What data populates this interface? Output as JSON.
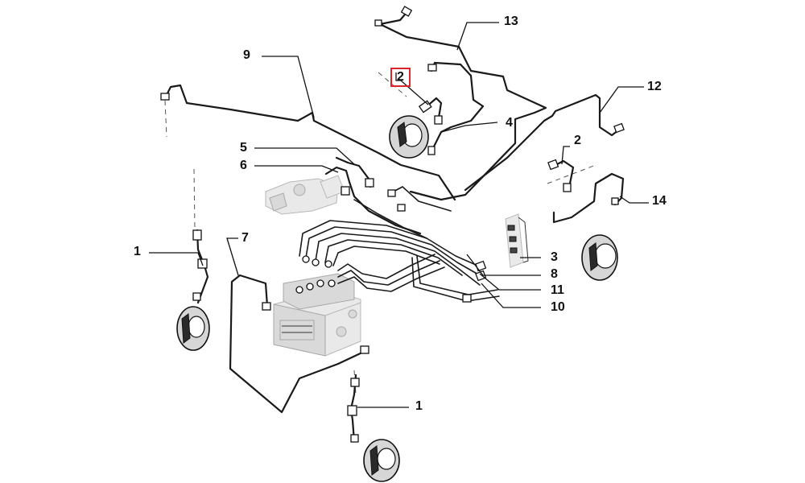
{
  "highlight_color": "#d9262e",
  "callouts": {
    "c13": "13",
    "c9": "9",
    "c2_highlighted": "2",
    "c4": "4",
    "c12": "12",
    "c5": "5",
    "c6": "6",
    "c2_right": "2",
    "c14": "14",
    "c1_left": "1",
    "c7": "7",
    "c3": "3",
    "c8": "8",
    "c11": "11",
    "c10": "10",
    "c1_bottom": "1"
  },
  "icons": [
    "brake-disc-icon",
    "abs-unit-icon",
    "brake-hose-icon",
    "junction-block-icon",
    "engine-bay-outline-icon"
  ]
}
